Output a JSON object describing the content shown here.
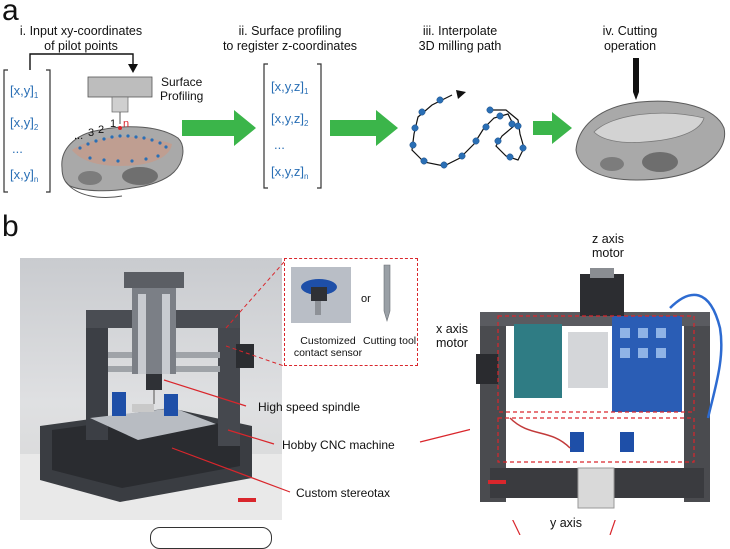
{
  "panel_a": {
    "letter": "a",
    "steps": {
      "s1_line1": "i. Input xy-coordinates",
      "s1_line2": "of pilot points",
      "s2_line1": "ii. Surface profiling",
      "s2_line2": "to register z-coordinates",
      "s3_line1": "iii. Interpolate",
      "s3_line2": "3D milling path",
      "s4_line1": "iv. Cutting",
      "s4_line2": "operation"
    },
    "xy_list": {
      "item1": "[x,y]",
      "sub1": "1",
      "item2": "[x,y]",
      "sub2": "2",
      "dots": "...",
      "itemn": "[x,y]",
      "subn": "n"
    },
    "xyz_list": {
      "item1": "[x,y,z]",
      "sub1": "1",
      "item2": "[x,y,z]",
      "sub2": "2",
      "dots": "...",
      "itemn": "[x,y,z]",
      "subn": "n"
    },
    "surface_profiling_line1": "Surface",
    "surface_profiling_line2": "Profiling",
    "pilot_numbers": {
      "dots": "...",
      "n3": "3",
      "n2": "2",
      "n1": "1",
      "nn": "n"
    },
    "colors": {
      "arrow_green": "#3bb54a",
      "point_blue": "#2a6fb5",
      "skull_gray": "#8c8c8c"
    }
  },
  "panel_b": {
    "letter": "b",
    "inset": {
      "sensor_line1": "Customized",
      "sensor_line2": "contact sensor",
      "or": "or",
      "tool": "Cutting tool"
    },
    "labels": {
      "spindle": "High speed spindle",
      "cnc": "Hobby CNC machine",
      "stereotax": "Custom stereotax",
      "z_axis_line1": "z axis",
      "z_axis_line2": "motor",
      "x_axis_line1": "x axis",
      "x_axis_line2": "motor",
      "y_axis": "y axis"
    },
    "colors": {
      "callout_red": "#d9262c"
    }
  }
}
